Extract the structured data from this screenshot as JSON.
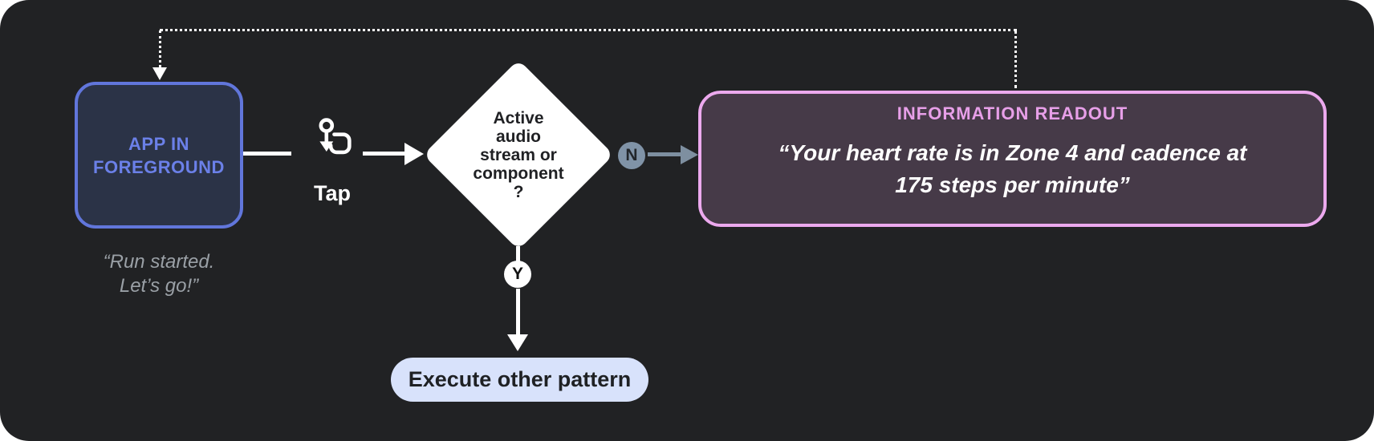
{
  "diagram": {
    "app_box": {
      "label_line1": "APP IN",
      "label_line2": "FOREGROUND",
      "quote_line1": "“Run started.",
      "quote_line2": "Let’s go!”"
    },
    "tap": {
      "label": "Tap"
    },
    "decision": {
      "lines": [
        "Active",
        "audio",
        "stream or",
        "component",
        "?"
      ]
    },
    "branch_no": {
      "label": "N"
    },
    "branch_yes": {
      "label": "Y"
    },
    "readout_box": {
      "title": "INFORMATION READOUT",
      "quote_line1": "“Your heart rate is in Zone 4 and cadence at",
      "quote_line2": "175 steps per minute”"
    },
    "execute_pill": {
      "label": "Execute other pattern"
    }
  },
  "colors": {
    "canvas_bg": "#212224",
    "app_box_fill": "#2B3347",
    "app_box_border": "#6176DB",
    "app_box_text": "#6B80E8",
    "quote_gray": "#9AA0A6",
    "diamond_fill": "#FFFFFF",
    "n_circle_fill": "#8093A7",
    "readout_border": "#ECA9EE",
    "readout_fill": "#463A48",
    "readout_title": "#E79FE8",
    "pill_fill": "#D8E2FB"
  }
}
